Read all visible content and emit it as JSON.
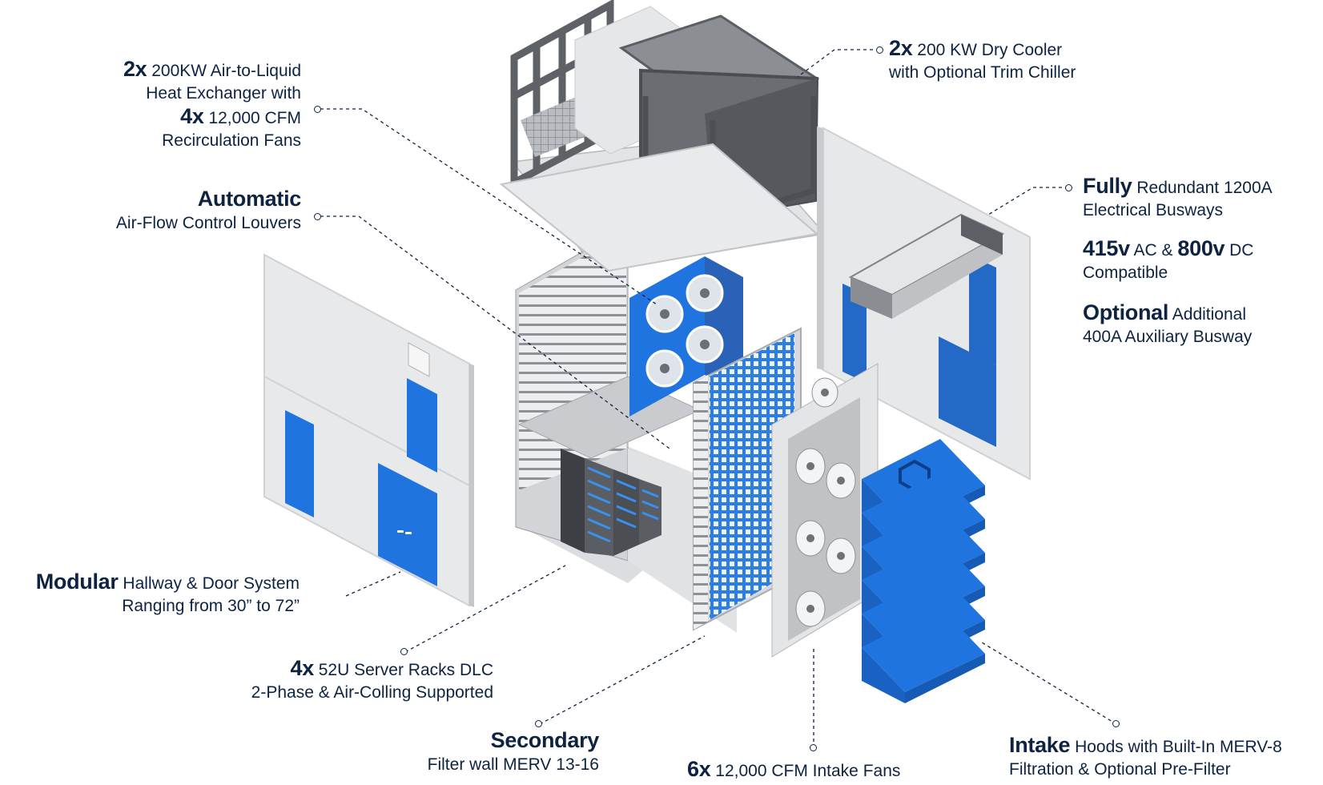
{
  "colors": {
    "navy": "#0d2341",
    "blue": "#1f74e0",
    "panel_light": "#e7e8ea",
    "panel_mid": "#cfd1d4",
    "steel_dark": "#56585c",
    "steel": "#7d8086"
  },
  "callouts": {
    "heat_exchanger": {
      "bold1": "2x",
      "text1": " 200KW Air-to-Liquid",
      "text2": "Heat Exchanger with",
      "bold3": "4x",
      "text3": " 12,000 CFM",
      "text4": "Recirculation Fans"
    },
    "louvers": {
      "bold1": "Automatic",
      "text2": "Air-Flow Control Louvers"
    },
    "hallway": {
      "bold1": "Modular",
      "text1": " Hallway & Door System",
      "text2": "Ranging from 30” to 72”"
    },
    "racks": {
      "bold1": "4x",
      "text1": " 52U Server Racks DLC",
      "text2": "2-Phase & Air-Colling Supported"
    },
    "filter_wall": {
      "bold1": "Secondary",
      "text2": "Filter wall MERV 13-16"
    },
    "intake_fans": {
      "bold1": "6x",
      "text1": " 12,000 CFM Intake Fans"
    },
    "intake_hoods": {
      "bold1": "Intake",
      "text1": " Hoods with Built-In MERV-8",
      "text2": "Filtration & Optional Pre-Filter"
    },
    "dry_cooler": {
      "bold1": "2x",
      "text1": " 200 KW Dry Cooler",
      "text2": "with Optional Trim Chiller"
    },
    "busways": {
      "bold1": "Fully",
      "text1": " Redundant 1200A",
      "text2": "Electrical Busways"
    },
    "voltage": {
      "bold1": "415v",
      "text1": " AC & ",
      "bold2": "800v",
      "text2": " DC",
      "text3": "Compatible"
    },
    "aux_busway": {
      "bold1": "Optional",
      "text1": " Additional",
      "text2": "400A Auxiliary Busway"
    }
  },
  "icons": [
    "fan-icon",
    "brand-logo-icon",
    "door-handle-icon"
  ]
}
